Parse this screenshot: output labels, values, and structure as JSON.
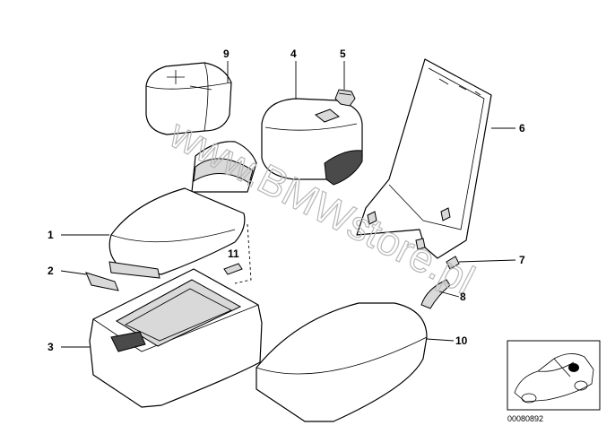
{
  "labels": {
    "p1": "1",
    "p2": "2",
    "p3": "3",
    "p4": "4",
    "p5": "5",
    "p6": "6",
    "p7": "7",
    "p8": "8",
    "p9": "9",
    "p10": "10",
    "p11": "11"
  },
  "watermark": "www.BMWstore.pl",
  "diagram_code": "00080892"
}
